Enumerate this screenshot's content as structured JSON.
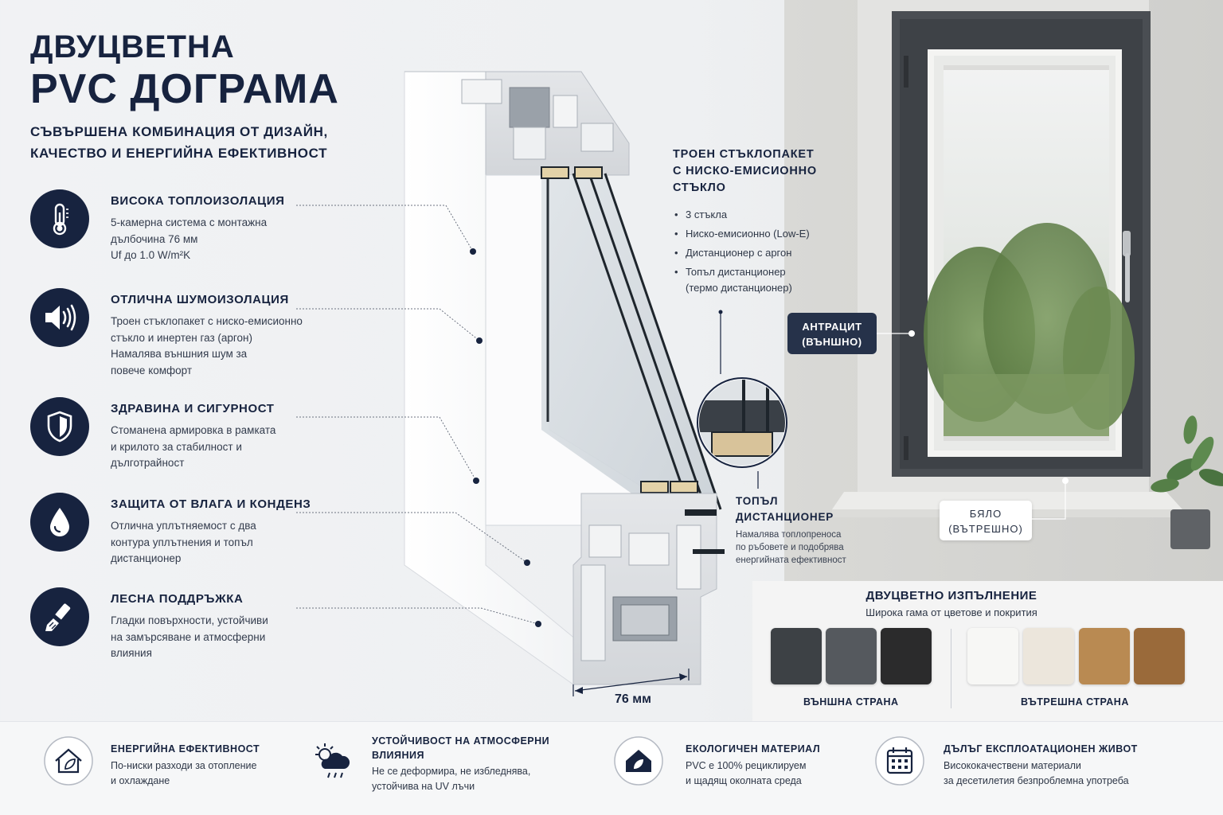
{
  "header": {
    "title_line1": "ДВУЦВЕТНА",
    "title_line2": "PVC ДОГРАМА",
    "subtitle_line1": "СЪВЪРШЕНА КОМБИНАЦИЯ ОТ ДИЗАЙН,",
    "subtitle_line2": "КАЧЕСТВО И ЕНЕРГИЙНА ЕФЕКТИВНОСТ"
  },
  "features": [
    {
      "icon": "thermometer-icon",
      "title": "ВИСОКА ТОПЛОИЗОЛАЦИЯ",
      "lines": [
        "5-камерна система с монтажна",
        "дълбочина 76 мм",
        "Uf до 1.0 W/m²K"
      ]
    },
    {
      "icon": "speaker-icon",
      "title": "ОТЛИЧНА ШУМОИЗОЛАЦИЯ",
      "lines": [
        "Троен стъклопакет с ниско-емисионно",
        "стъкло и инертен газ (аргон)",
        "Намалява външния шум за",
        "повече комфорт"
      ]
    },
    {
      "icon": "shield-icon",
      "title": "ЗДРАВИНА И СИГУРНОСТ",
      "lines": [
        "Стоманена армировка в рамката",
        "и крилото за стабилност и",
        "дълготрайност"
      ]
    },
    {
      "icon": "water-drop-icon",
      "title": "ЗАЩИТА ОТ ВЛАГА И КОНДЕНЗ",
      "lines": [
        "Отлична уплътняемост с два",
        "контура уплътнения и топъл",
        "дистанционер"
      ]
    },
    {
      "icon": "paint-brush-icon",
      "title": "ЛЕСНА ПОДДРЪЖКА",
      "lines": [
        "Гладки повърхности, устойчиви",
        "на замърсяване и атмосферни",
        "влияния"
      ]
    }
  ],
  "glass": {
    "title_lines": [
      "ТРОЕН СТЪКЛОПАКЕТ",
      "С НИСКО-ЕМИСИОННО",
      "СТЪКЛО"
    ],
    "items": [
      "3 стъкла",
      "Ниско-емисионно (Low-E)",
      "Дистанционер с аргон",
      "Топъл дистанционер"
    ],
    "item_continuation": "(термо дистанционер)"
  },
  "spacer": {
    "title_lines": [
      "ТОПЪЛ",
      "ДИСТАНЦИОНЕР"
    ],
    "desc_lines": [
      "Намалява топлопреноса",
      "по ръбовете и подобрява",
      "енергийната ефективност"
    ]
  },
  "dimension_label": "76 мм",
  "photo_tags": {
    "outer_line1": "АНТРАЦИТ",
    "outer_line2": "(ВЪНШНО)",
    "inner_line1": "БЯЛО",
    "inner_line2": "(ВЪТРЕШНО)"
  },
  "colors": {
    "title": "ДВУЦВЕТНО ИЗПЪЛНЕНИЕ",
    "subtitle": "Широка гама от цветове и покрития",
    "outer_label": "ВЪНШНА СТРАНА",
    "inner_label": "ВЪТРЕШНА СТРАНА",
    "outer_swatches": [
      "#3d4145",
      "#55595e",
      "#2b2b2c"
    ],
    "inner_swatches": [
      "#f7f7f5",
      "#ece6dc",
      "#b98a52",
      "#9a6a3a"
    ],
    "brand_navy": "#17233f"
  },
  "bottom": [
    {
      "icon": "house-leaf-icon",
      "title_lines": [
        "ЕНЕРГИЙНА ЕФЕКТИВНОСТ"
      ],
      "desc_lines": [
        "По-ниски разходи за отопление",
        "и охлаждане"
      ]
    },
    {
      "icon": "sun-cloud-rain-icon",
      "title_lines": [
        "УСТОЙЧИВОСТ НА АТМОСФЕРНИ",
        "ВЛИЯНИЯ"
      ],
      "desc_lines": [
        "Не се деформира, не избледнява,",
        "устойчива на UV лъчи"
      ]
    },
    {
      "icon": "eco-house-icon",
      "title_lines": [
        "ЕКОЛОГИЧЕН МАТЕРИАЛ"
      ],
      "desc_lines": [
        "PVC е 100% рециклируем",
        "и щадящ околната среда"
      ]
    },
    {
      "icon": "calendar-icon",
      "title_lines": [
        "ДЪЛЪГ ЕКСПЛОАТАЦИОНЕН ЖИВОТ"
      ],
      "desc_lines": [
        "Висококачествени материали",
        "за десетилетия безпроблемна употреба"
      ]
    }
  ]
}
